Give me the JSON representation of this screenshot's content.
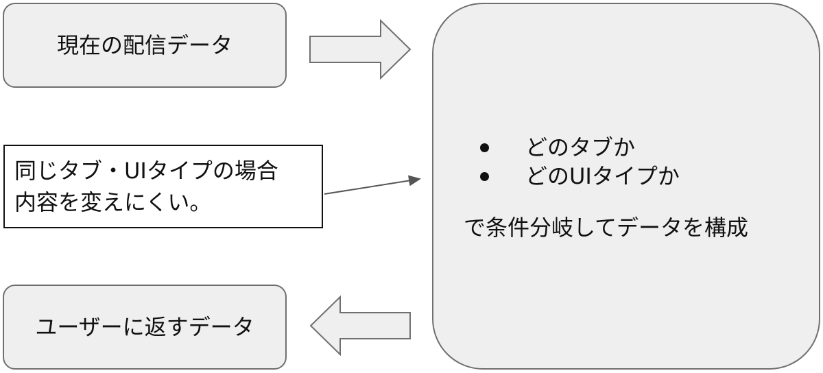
{
  "diagram": {
    "nodes": {
      "current_data": {
        "label": "現在の配信データ"
      },
      "note": {
        "lines": [
          "同じタブ・UIタイプの場合",
          "内容を変えにくい。"
        ]
      },
      "process": {
        "bullets": [
          "どのタブか",
          "どのUIタイプか"
        ],
        "summary": "で条件分岐してデータを構成"
      },
      "return_data": {
        "label": "ユーザーに返すデータ"
      }
    },
    "edges": [
      {
        "from": "current_data",
        "to": "process",
        "style": "block-arrow-right"
      },
      {
        "from": "note",
        "to": "process",
        "style": "thin-arrow"
      },
      {
        "from": "process",
        "to": "return_data",
        "style": "block-arrow-left"
      }
    ],
    "colors": {
      "box_fill": "#efefef",
      "box_border": "#6f6f6f",
      "note_border": "#111111",
      "arrow_fill": "#efefef",
      "arrow_stroke": "#6f6f6f",
      "thin_arrow": "#555555"
    }
  }
}
